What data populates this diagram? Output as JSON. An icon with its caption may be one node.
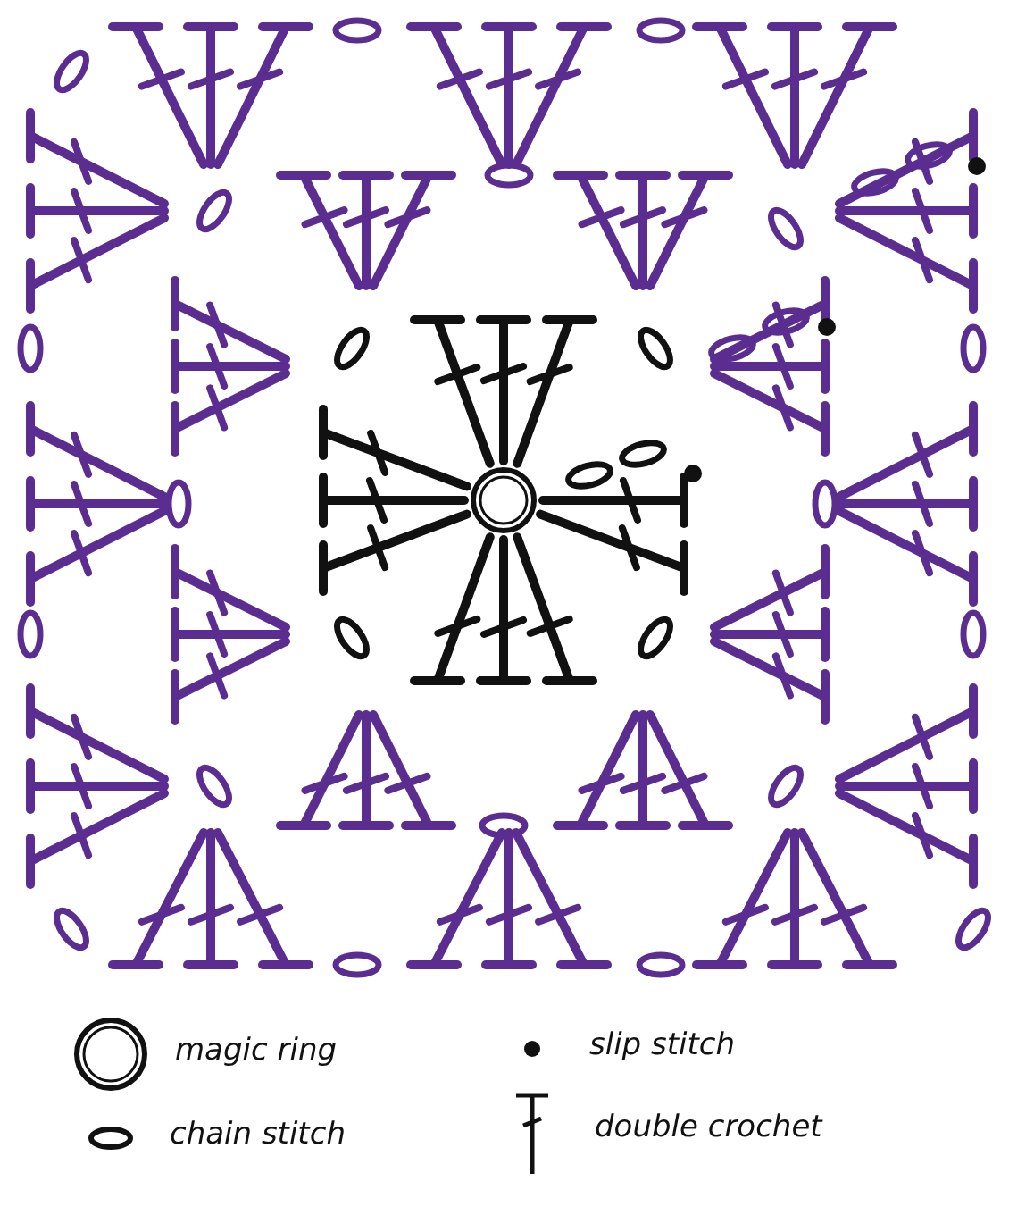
{
  "diagram": {
    "legend": [
      {
        "text": "magic ring"
      },
      {
        "text": "chain stitch"
      },
      {
        "text": "slip stitch"
      },
      {
        "text": "double crochet"
      }
    ]
  }
}
